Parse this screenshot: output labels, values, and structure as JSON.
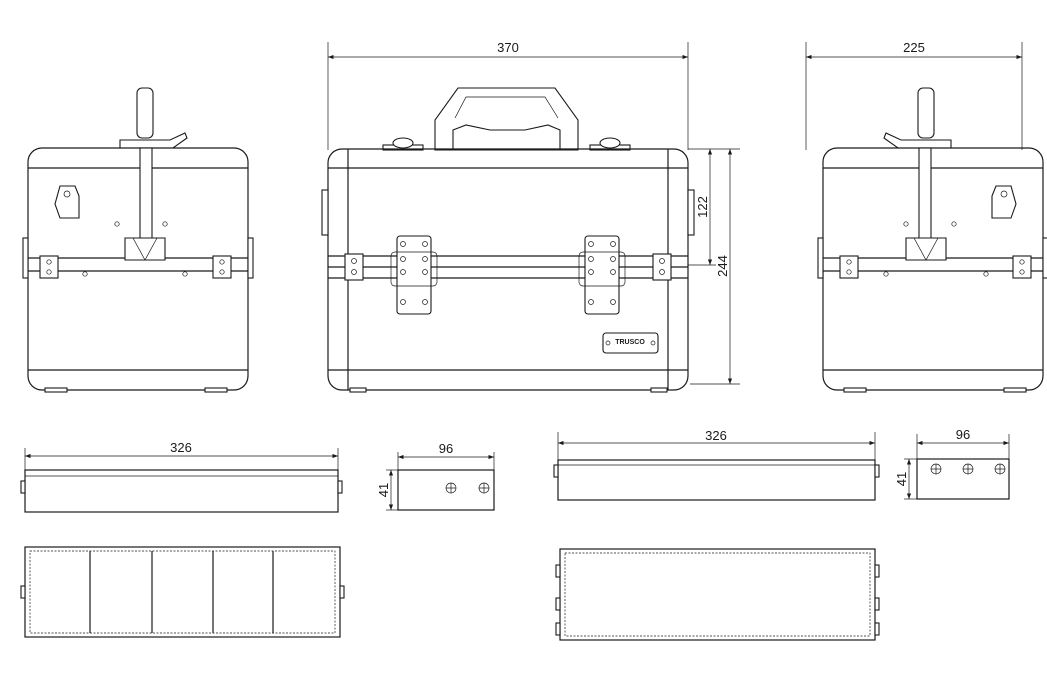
{
  "dimensions": {
    "case_width": "370",
    "case_depth": "225",
    "lid_height": "122",
    "case_height": "244",
    "tray1_length": "326",
    "tray1_width": "96",
    "tray1_height": "41",
    "tray2_length": "326",
    "tray2_width": "96",
    "tray2_height": "41"
  },
  "nameplate": {
    "brand": "TRUSCO"
  }
}
